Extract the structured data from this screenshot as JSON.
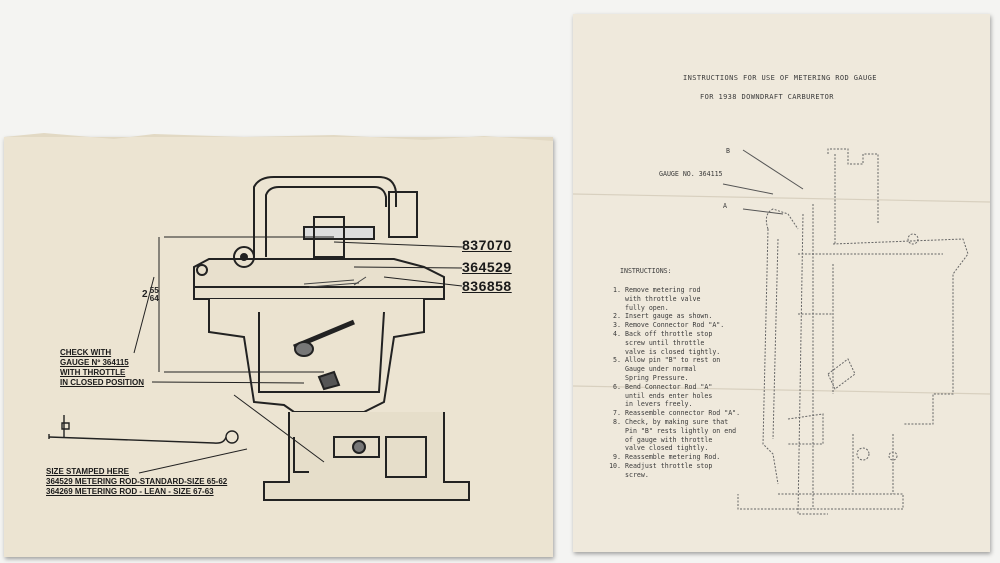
{
  "left_sheet": {
    "part_numbers": [
      "837070",
      "364529",
      "836858"
    ],
    "dimension": {
      "whole": "2",
      "numerator": "55",
      "denominator": "64"
    },
    "check_note": [
      "CHECK WITH",
      "GAUGE Nº 364115",
      "WITH THROTTLE",
      "IN CLOSED POSITION"
    ],
    "size_note": [
      "SIZE STAMPED HERE",
      "364529 METERING ROD-STANDARD-SIZE 65-62",
      "364269 METERING ROD - LEAN - SIZE 67-63"
    ]
  },
  "right_sheet": {
    "title_line_1": "INSTRUCTIONS FOR USE OF METERING ROD GAUGE",
    "title_line_2": "FOR 1938 DOWNDRAFT CARBURETOR",
    "gauge_label": "GAUGE NO. 364115",
    "pin_label_b": "B",
    "pin_label_a": "A",
    "instructions_heading": "INSTRUCTIONS:",
    "steps": [
      [
        "1.",
        "Remove metering rod"
      ],
      [
        "",
        "with throttle valve"
      ],
      [
        "",
        "fully open."
      ],
      [
        "2.",
        "Insert gauge as shown."
      ],
      [
        "3.",
        "Remove Connector Rod \"A\"."
      ],
      [
        "4.",
        "Back off throttle stop"
      ],
      [
        "",
        "screw until throttle"
      ],
      [
        "",
        "valve is closed tightly."
      ],
      [
        "5.",
        "Allow pin \"B\" to rest on"
      ],
      [
        "",
        "Gauge under normal"
      ],
      [
        "",
        "Spring Pressure."
      ],
      [
        "6.",
        "Bend Connector Rod \"A\" "
      ],
      [
        "",
        "until ends enter holes"
      ],
      [
        "",
        "in levers freely."
      ],
      [
        "7.",
        "Reassemble connector Rod \"A\"."
      ],
      [
        "8.",
        "Check, by making sure that"
      ],
      [
        "",
        "Pin \"B\" rests lightly on end"
      ],
      [
        "",
        "of gauge with throttle"
      ],
      [
        "",
        "valve closed tightly."
      ],
      [
        "9.",
        "Reassemble metering Rod."
      ],
      [
        "10.",
        "Readjust throttle stop"
      ],
      [
        "",
        "screw."
      ]
    ]
  }
}
